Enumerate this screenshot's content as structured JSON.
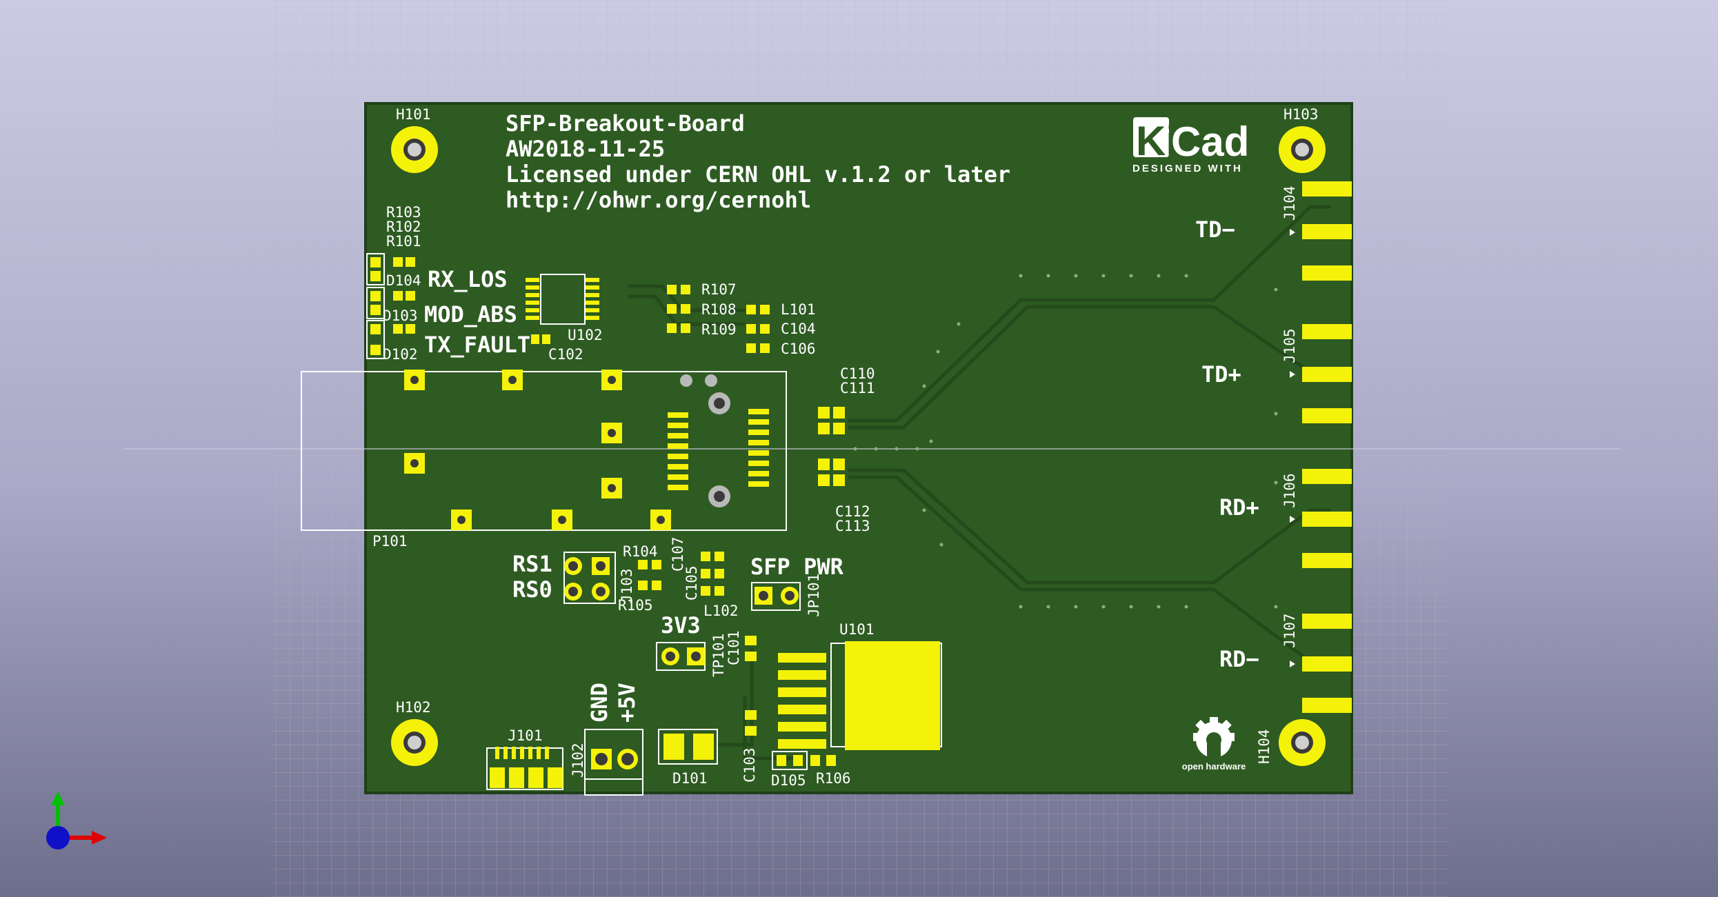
{
  "viewer": {
    "background_top": "#cbcbe3",
    "background_bottom": "#6d6d8c",
    "board_color": "#2e5b22",
    "copper_color": "#f5f20a",
    "silk_color": "#ffffff"
  },
  "board_text": {
    "title": "SFP-Breakout-Board",
    "date": "AW2018-11-25",
    "license": "Licensed under CERN OHL v.1.2 or later",
    "url": "http://ohwr.org/cernohl"
  },
  "logos": {
    "kicad_word": "Ki",
    "kicad_word2": "Cad",
    "kicad_tagline": "DESIGNED WITH",
    "oshw_label": "open hardware"
  },
  "net_labels": {
    "rx_los": "RX_LOS",
    "mod_abs": "MOD_ABS",
    "tx_fault": "TX_FAULT",
    "td_minus": "TD−",
    "td_plus": "TD+",
    "rd_plus": "RD+",
    "rd_minus": "RD−",
    "rs1": "RS1",
    "rs0": "RS0",
    "sfp_pwr": "SFP PWR",
    "v3v3": "3V3",
    "gnd": "GND",
    "plus5v": "+5V"
  },
  "refdes": {
    "h101": "H101",
    "h102": "H102",
    "h103": "H103",
    "h104": "H104",
    "r101": "R101",
    "r102": "R102",
    "r103": "R103",
    "d102": "D102",
    "d103": "D103",
    "d104": "D104",
    "u102": "U102",
    "c102": "C102",
    "r107": "R107",
    "r108": "R108",
    "r109": "R109",
    "l101": "L101",
    "c104": "C104",
    "c106": "C106",
    "c110": "C110",
    "c111": "C111",
    "c112": "C112",
    "c113": "C113",
    "p101": "P101",
    "j103": "J103",
    "r104": "R104",
    "r105": "R105",
    "c107": "C107",
    "c105": "C105",
    "l102": "L102",
    "jp101": "JP101",
    "tp101": "TP101",
    "c101": "C101",
    "u101": "U101",
    "c103": "C103",
    "d105": "D105",
    "r106": "R106",
    "d101": "D101",
    "j101": "J101",
    "j102": "J102",
    "j104": "J104",
    "j105": "J105",
    "j106": "J106",
    "j107": "J107"
  }
}
